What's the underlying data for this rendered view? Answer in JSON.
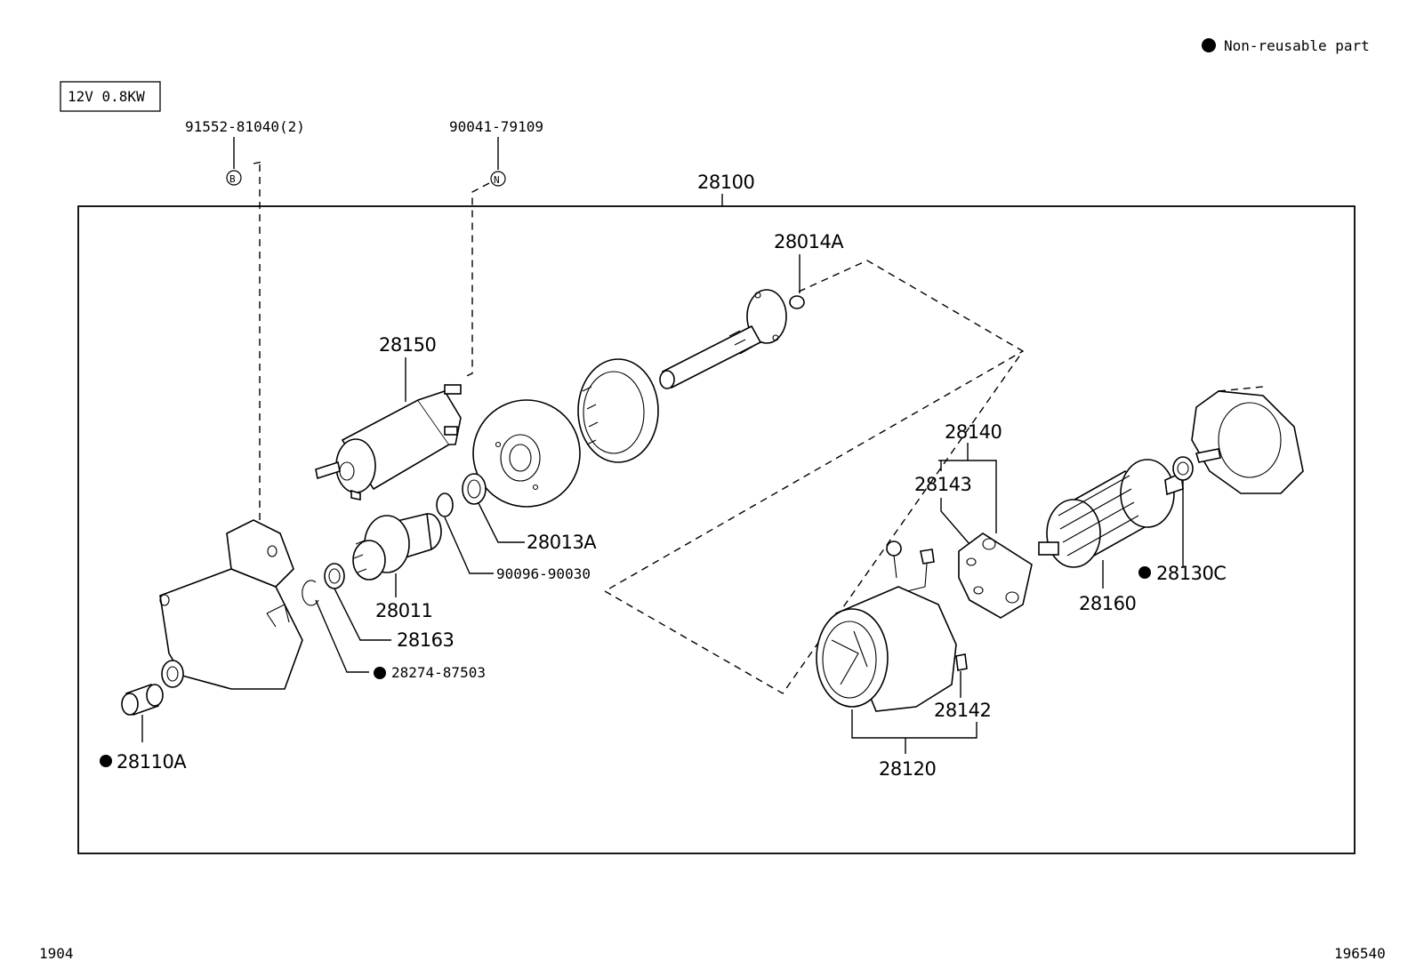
{
  "legend": {
    "text": "Non-reusable part"
  },
  "spec": {
    "text": "12V 0.8KW"
  },
  "labels": {
    "p91552": "91552-81040(2)",
    "p90041": "90041-79109",
    "p28100": "28100",
    "p28014A": "28014A",
    "p28150": "28150",
    "p28013A": "28013A",
    "p90096": "90096-90030",
    "p28011": "28011",
    "p28163": "28163",
    "p28274": "28274-87503",
    "p28110A": "28110A",
    "p28140": "28140",
    "p28143": "28143",
    "p28160": "28160",
    "p28130C": "28130C",
    "p28142": "28142",
    "p28120": "28120"
  },
  "markers": {
    "b": "B",
    "n": "N"
  },
  "footer": {
    "left": "1904",
    "right": "196540"
  },
  "colors": {
    "ink": "#000000",
    "paper": "#ffffff"
  }
}
